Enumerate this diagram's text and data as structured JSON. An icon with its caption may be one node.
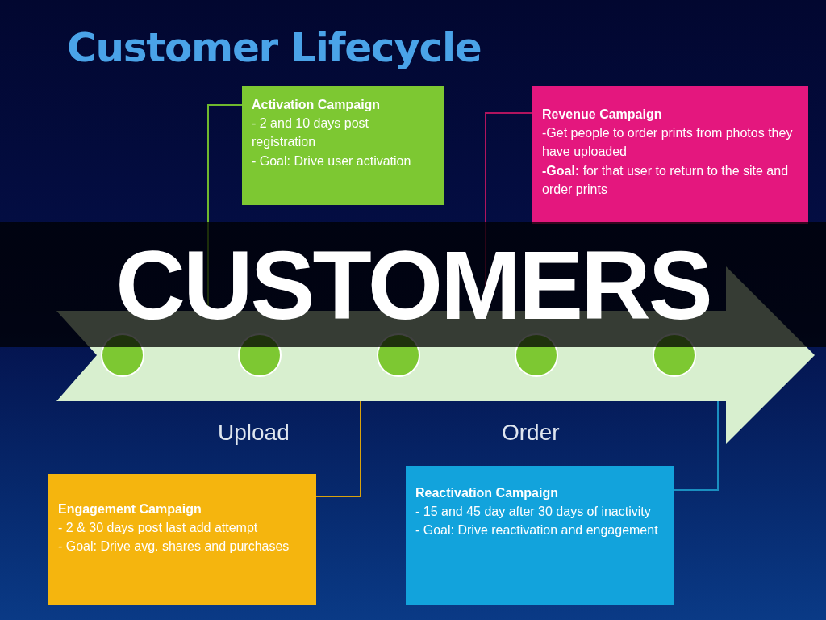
{
  "diagram": {
    "title": "Customer Lifecycle",
    "nodes": [
      {
        "text": [
          "Activation Campaign",
          "- 2 and 10 days post registration",
          "- Goal: Drive user activation"
        ]
      },
      {
        "text": [
          "Revenue Campaign",
          "-Get people to order prints from photos they have uploaded",
          "**-Goal:** for that user to return to the site and order prints"
        ]
      },
      {
        "text": [
          "Engagement Campaign",
          "- 2 & 30 days post last add attempt",
          "- Goal: Drive avg. shares and purchases"
        ]
      },
      {
        "text": [
          "Reactivation Campaign",
          "- 15 and 45 day after 30 days of inactivity",
          "- Goal: Drive reactivation and engagement"
        ]
      },
      {
        "text": [],
        "shape": "arrow"
      },
      {
        "text": [],
        "shape": "circle",
        "in": 4
      },
      {
        "text": [],
        "shape": "circle",
        "in": 4
      },
      {
        "text": [],
        "shape": "circle",
        "in": 4
      },
      {
        "text": [],
        "shape": "circle",
        "in": 4
      },
      {
        "text": [],
        "shape": "circle",
        "in": 4
      }
    ],
    "edges": [
      {
        "from": 0,
        "to": 4,
        "arrow": "none",
        "color": "#6fb82e"
      },
      {
        "from": 1,
        "to": 4,
        "arrow": "none",
        "color": "#b0145e"
      },
      {
        "from": 2,
        "to": 4,
        "arrow": "none",
        "color": "#d9a20c"
      },
      {
        "from": 3,
        "to": 4,
        "arrow": "none",
        "color": "#1a8fc0"
      }
    ],
    "labels": [
      "Upload",
      "Order",
      "CUSTOMERS"
    ]
  }
}
